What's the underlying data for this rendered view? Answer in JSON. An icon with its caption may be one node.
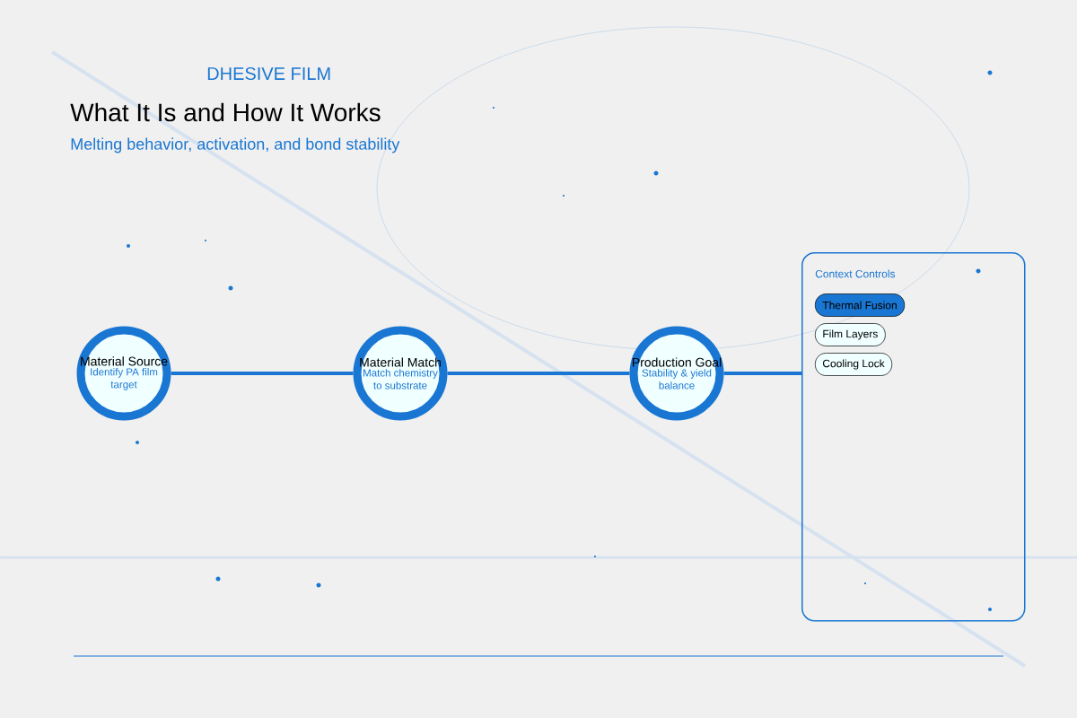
{
  "diagram": {
    "title": "What It Is and How It Works",
    "nodes": [
      {
        "text": [
          "Material Source",
          "Identify PA film target"
        ]
      },
      {
        "text": [
          "Material Match",
          "Match chemistry to substrate"
        ]
      },
      {
        "text": [
          "Production Goal",
          "Stability & yield balance"
        ]
      },
      {
        "text": [
          "Context Controls"
        ]
      },
      {
        "text": [
          "Thermal Fusion"
        ],
        "in": 3
      },
      {
        "text": [
          "Film Layers"
        ],
        "in": 3
      },
      {
        "text": [
          "Cooling Lock"
        ],
        "in": 3
      }
    ],
    "edges": [
      {
        "from": 0,
        "to": 1,
        "arrow": "none"
      },
      {
        "from": 1,
        "to": 2,
        "arrow": "none"
      },
      {
        "from": 2,
        "to": 3,
        "arrow": "none"
      }
    ],
    "labels": [
      "DHESIVE FILM",
      "Melting behavior, activation, and bond stability"
    ]
  }
}
